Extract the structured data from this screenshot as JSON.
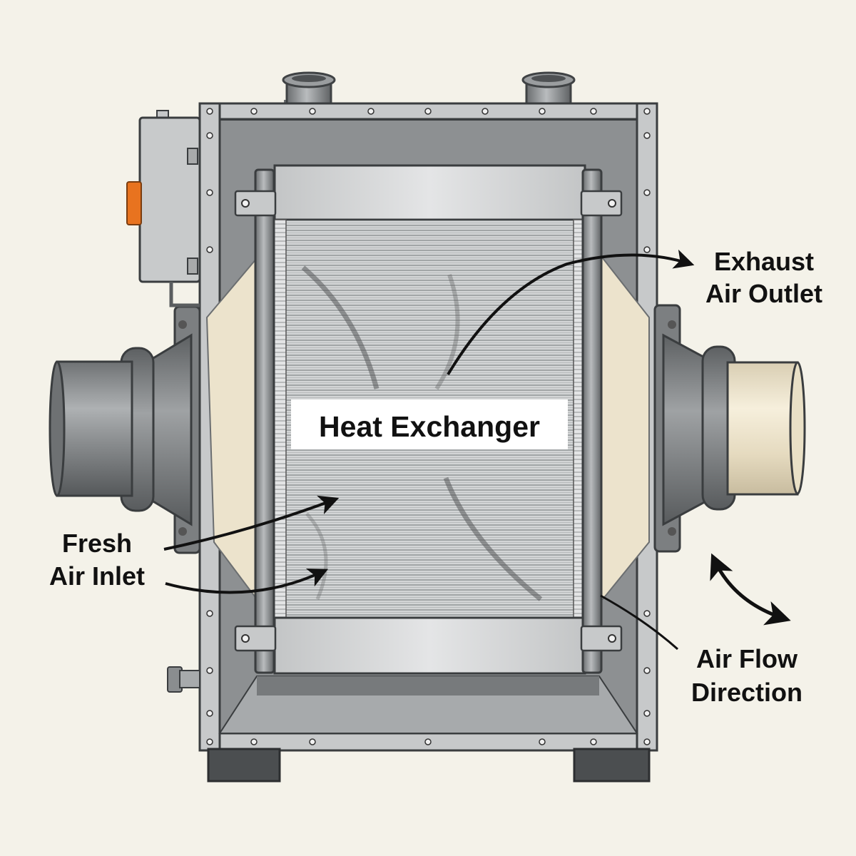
{
  "diagram": {
    "center_label": "Heat Exchanger",
    "labels": {
      "exhaust_line1": "Exhaust",
      "exhaust_line2": "Air Outlet",
      "fresh_line1": "Fresh",
      "fresh_line2": "Air Inlet",
      "airflow_line1": "Air Flow",
      "airflow_line2": "Direction"
    }
  },
  "colors": {
    "background": "#f4f2e9",
    "frame_dark": "#5f6264",
    "frame_light": "#c9cbcc",
    "duct_beige": "#ece3cc",
    "indicator_orange": "#e8731f",
    "arrow": "#111111"
  }
}
